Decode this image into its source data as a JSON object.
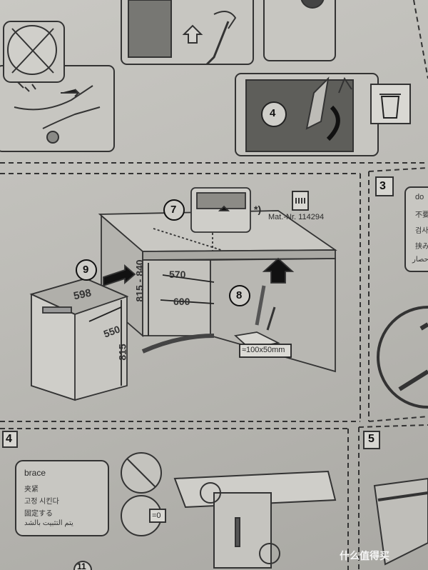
{
  "steps": {
    "step4_circle": "4",
    "step7_circle": "7",
    "step8_circle": "8",
    "step9_circle": "9",
    "step11_circle": "11",
    "box3": "3",
    "box4": "4",
    "box5": "5"
  },
  "material": {
    "asterisk": "*)",
    "mat_nr": "Mat.-Nr. 114294"
  },
  "dimensions": {
    "d598": "598",
    "d550": "550",
    "d815": "815",
    "d815_840": "815 - 840",
    "d570": "570",
    "d600": "600",
    "hole": "≈100x50mm"
  },
  "brace_box": {
    "title": "brace",
    "zh": "夹紧",
    "ko": "고정 시킨다",
    "ja": "固定する",
    "ar": "يتم التثبيت بالشد"
  },
  "gap": "=0",
  "right_box_partial": {
    "line1": "do",
    "line2": "不要",
    "line3": "검사",
    "line4": "挟み",
    "line5": "حصار"
  },
  "watermark": "什么值得买",
  "colors": {
    "paper": "#c4c3be",
    "ink": "#2b2b2b",
    "panel": "#5e5e5a"
  }
}
